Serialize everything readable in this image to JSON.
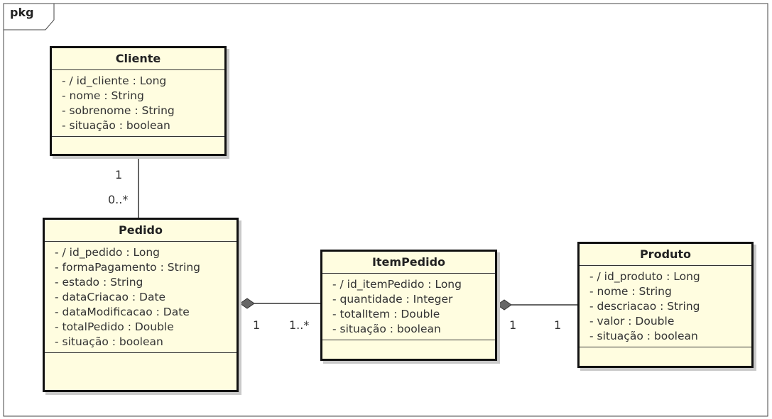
{
  "package": {
    "label": "pkg"
  },
  "classes": {
    "cliente": {
      "name": "Cliente",
      "attributes": [
        "- / id_cliente : Long",
        "- nome : String",
        "- sobrenome : String",
        "- situação : boolean"
      ]
    },
    "pedido": {
      "name": "Pedido",
      "attributes": [
        "- / id_pedido : Long",
        "- formaPagamento : String",
        "- estado : String",
        "- dataCriacao : Date",
        "- dataModificacao : Date",
        "- totalPedido : Double",
        "- situação : boolean"
      ]
    },
    "itempedido": {
      "name": "ItemPedido",
      "attributes": [
        "- / id_itemPedido : Long",
        "- quantidade : Integer",
        "- totalItem : Double",
        "- situação : boolean"
      ]
    },
    "produto": {
      "name": "Produto",
      "attributes": [
        "- / id_produto : Long",
        "- nome : String",
        "- descriacao : String",
        "- valor : Double",
        "- situação : boolean"
      ]
    }
  },
  "associations": {
    "cliente_pedido": {
      "from_mult": "1",
      "to_mult": "0..*"
    },
    "pedido_item": {
      "from_mult": "1",
      "to_mult": "1..*"
    },
    "item_produto": {
      "from_mult": "1",
      "to_mult": "1"
    }
  }
}
